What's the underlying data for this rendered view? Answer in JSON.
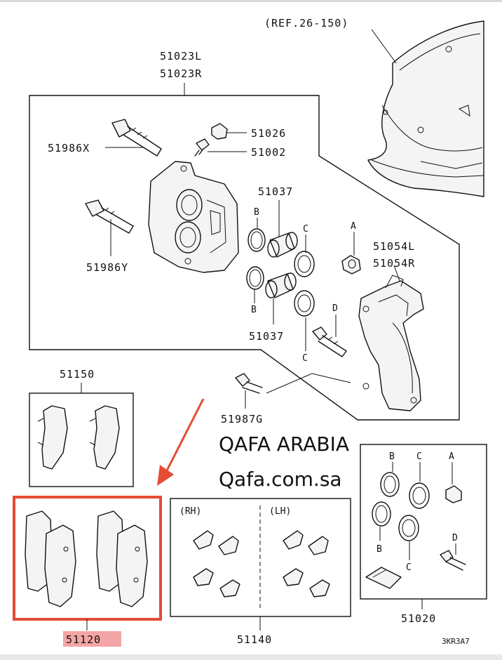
{
  "labels": {
    "ref": "(REF.26-150)",
    "caliper_l": "51023L",
    "caliper_r": "51023R",
    "bolt_x": "51986X",
    "bolt_y": "51986Y",
    "cap": "51026",
    "bleeder": "51002",
    "piston_top": "51037",
    "piston_bottom": "51037",
    "bracket_l": "51054L",
    "bracket_r": "51054R",
    "bolt_g": "51987G",
    "pad_set": "51150",
    "pad_kit": "51120",
    "clip_kit": "51140",
    "seal_kit": "51020",
    "rh": "(RH)",
    "lh": "(LH)",
    "code": "3KR3A7"
  },
  "letters": {
    "a1": "A",
    "b1": "B",
    "c1": "C",
    "b2": "B",
    "c2": "C",
    "d1": "D",
    "a2": "A",
    "b3": "B",
    "c3": "C",
    "b4": "B",
    "c4": "C",
    "d2": "D"
  },
  "brand": {
    "name": "QAFA ARABIA",
    "site": "Qafa.com.sa"
  },
  "colors": {
    "highlight_frame": "#e64b35",
    "highlight_fill": "#f4a5a5",
    "arrow": "#e64b35",
    "ink": "#111111"
  }
}
